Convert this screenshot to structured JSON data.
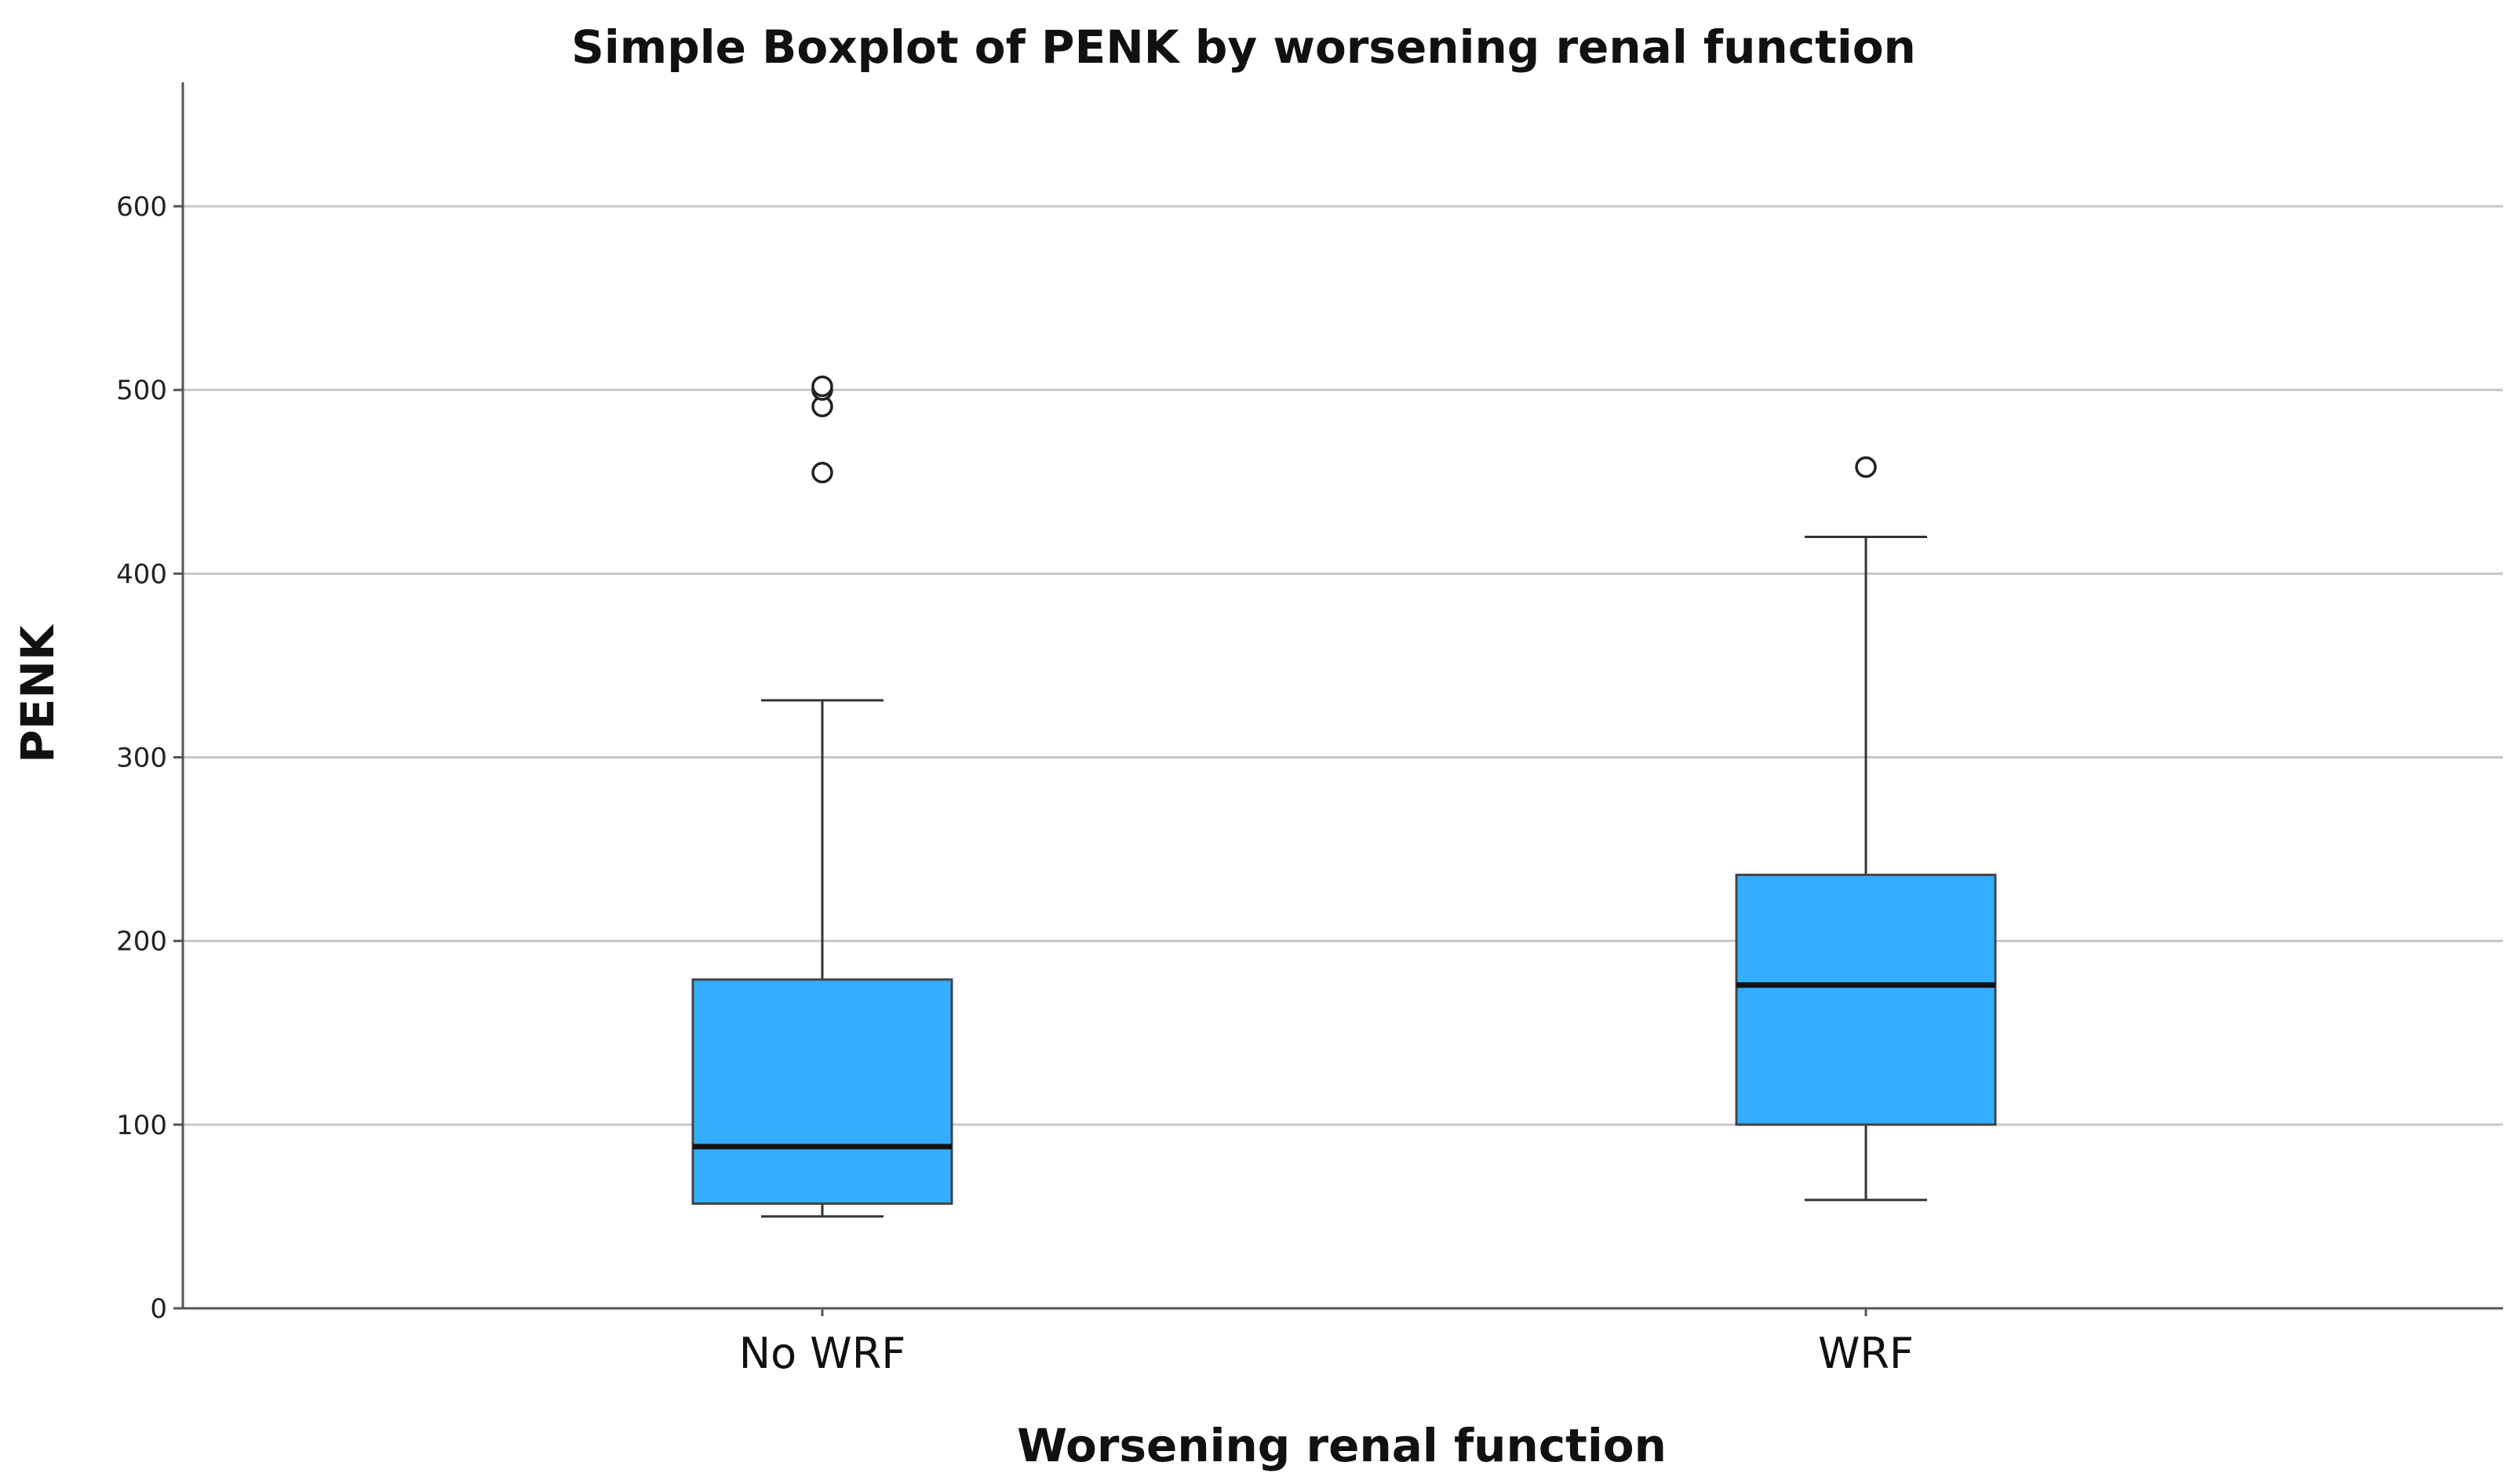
{
  "chart_data": {
    "type": "box",
    "title": "Simple Boxplot of PENK by worsening renal function",
    "xlabel": "Worsening renal function",
    "ylabel": "PENK",
    "ylim": [
      0,
      670
    ],
    "yticks": [
      0,
      100,
      200,
      300,
      400,
      500,
      600
    ],
    "grid": true,
    "legend": "none",
    "box_color": "#33adff",
    "categories": [
      "No WRF",
      "WRF"
    ],
    "boxes": [
      {
        "category": "No WRF",
        "whisker_low": 50,
        "q1": 57,
        "median": 88,
        "q3": 179,
        "whisker_high": 331,
        "outliers": [
          455,
          491,
          500,
          502
        ]
      },
      {
        "category": "WRF",
        "whisker_low": 59,
        "q1": 100,
        "median": 176,
        "q3": 236,
        "whisker_high": 420,
        "outliers": [
          458
        ]
      }
    ]
  }
}
